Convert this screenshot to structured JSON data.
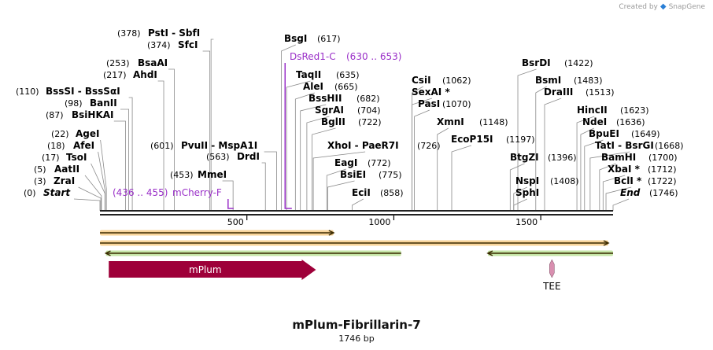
{
  "credit": {
    "prefix": "Created by",
    "brand": "SnapGene"
  },
  "title": "mPlum-Fibrillarin-7",
  "length_label": "1746 bp",
  "sequence_length": 1746,
  "ruler_ticks": [
    {
      "pos": 500,
      "label": "500"
    },
    {
      "pos": 1000,
      "label": "1000"
    },
    {
      "pos": 1500,
      "label": "1500"
    }
  ],
  "sites": [
    {
      "name": "Start",
      "num": "(0)",
      "pos": 0,
      "style": "italic"
    },
    {
      "name": "ZraI",
      "num": "(3)",
      "pos": 3
    },
    {
      "name": "AatII",
      "num": "(5)",
      "pos": 5
    },
    {
      "name": "TsoI",
      "num": "(17)",
      "pos": 17
    },
    {
      "name": "AfeI",
      "num": "(18)",
      "pos": 18
    },
    {
      "name": "AgeI",
      "num": "(22)",
      "pos": 22
    },
    {
      "name": "BsiHKAI",
      "num": "(87)",
      "pos": 87
    },
    {
      "name": "BanII",
      "num": "(98)",
      "pos": 98
    },
    {
      "name": "BssSI - BssSαI",
      "num": "(110)",
      "pos": 110
    },
    {
      "name": "AhdI",
      "num": "(217)",
      "pos": 217
    },
    {
      "name": "BsaAI",
      "num": "(253)",
      "pos": 253
    },
    {
      "name": "SfcI",
      "num": "(374)",
      "pos": 374
    },
    {
      "name": "PstI - SbfI",
      "num": "(378)",
      "pos": 378
    },
    {
      "name": "MmeI",
      "num": "(453)",
      "pos": 453
    },
    {
      "name": "DrdI",
      "num": "(563)",
      "pos": 563
    },
    {
      "name": "PvuII - MspA1I",
      "num": "(601)",
      "pos": 601
    },
    {
      "name": "BsgI",
      "num": "(617)",
      "pos": 617
    },
    {
      "name": "TaqII",
      "num": "(635)",
      "pos": 635
    },
    {
      "name": "AleI",
      "num": "(665)",
      "pos": 665
    },
    {
      "name": "BssHII",
      "num": "(682)",
      "pos": 682
    },
    {
      "name": "SgrAI",
      "num": "(704)",
      "pos": 704
    },
    {
      "name": "BglII",
      "num": "(722)",
      "pos": 722
    },
    {
      "name": "XhoI - PaeR7I",
      "num": "(726)",
      "pos": 726
    },
    {
      "name": "EagI",
      "num": "(772)",
      "pos": 772
    },
    {
      "name": "BsiEI",
      "num": "(775)",
      "pos": 775
    },
    {
      "name": "EciI",
      "num": "(858)",
      "pos": 858
    },
    {
      "name": "CsiI",
      "num": "(1062)",
      "pos": 1062
    },
    {
      "name": "SexAI *",
      "num": "",
      "pos": 1062
    },
    {
      "name": "PasI",
      "num": "(1070)",
      "pos": 1070
    },
    {
      "name": "XmnI",
      "num": "(1148)",
      "pos": 1148
    },
    {
      "name": "EcoP15I",
      "num": "(1197)",
      "pos": 1197
    },
    {
      "name": "BtgZI",
      "num": "(1396)",
      "pos": 1396
    },
    {
      "name": "NspI",
      "num": "(1408)",
      "pos": 1408
    },
    {
      "name": "SphI",
      "num": "",
      "pos": 1408
    },
    {
      "name": "BsrDI",
      "num": "(1422)",
      "pos": 1422
    },
    {
      "name": "BsmI",
      "num": "(1483)",
      "pos": 1483
    },
    {
      "name": "DraIII",
      "num": "(1513)",
      "pos": 1513
    },
    {
      "name": "HincII",
      "num": "(1623)",
      "pos": 1623
    },
    {
      "name": "NdeI",
      "num": "(1636)",
      "pos": 1636
    },
    {
      "name": "BpuEI",
      "num": "(1649)",
      "pos": 1649
    },
    {
      "name": "TatI - BsrGI",
      "num": "(1668)",
      "pos": 1668
    },
    {
      "name": "BamHI",
      "num": "(1700)",
      "pos": 1700
    },
    {
      "name": "XbaI *",
      "num": "(1712)",
      "pos": 1712
    },
    {
      "name": "BclI *",
      "num": "(1722)",
      "pos": 1722
    },
    {
      "name": "End",
      "num": "(1746)",
      "pos": 1746,
      "style": "italic"
    }
  ],
  "primers": [
    {
      "name": "mCherry-F",
      "range": "(436 .. 455)",
      "start": 436,
      "end": 455
    },
    {
      "name": "DsRed1-C",
      "range": "(630 .. 653)",
      "start": 630,
      "end": 653
    }
  ],
  "features": [
    {
      "name": "mPlum",
      "start": 30,
      "end": 735,
      "color": "#9e0039"
    },
    {
      "name": "TEE",
      "start": 1528,
      "end": 1548,
      "color": "#d98fb0"
    }
  ],
  "orfs": [
    {
      "start": 0,
      "end": 795,
      "direction": "forward",
      "color": "#f0a020"
    },
    {
      "start": 0,
      "end": 1730,
      "direction": "forward",
      "color": "#f0a020"
    },
    {
      "start": 20,
      "end": 1025,
      "direction": "reverse",
      "color": "#7fc83c"
    },
    {
      "start": 1320,
      "end": 1746,
      "direction": "reverse",
      "color": "#7fc83c"
    }
  ],
  "colors": {
    "backbone": "#222222",
    "primer": "#9a30c8"
  }
}
